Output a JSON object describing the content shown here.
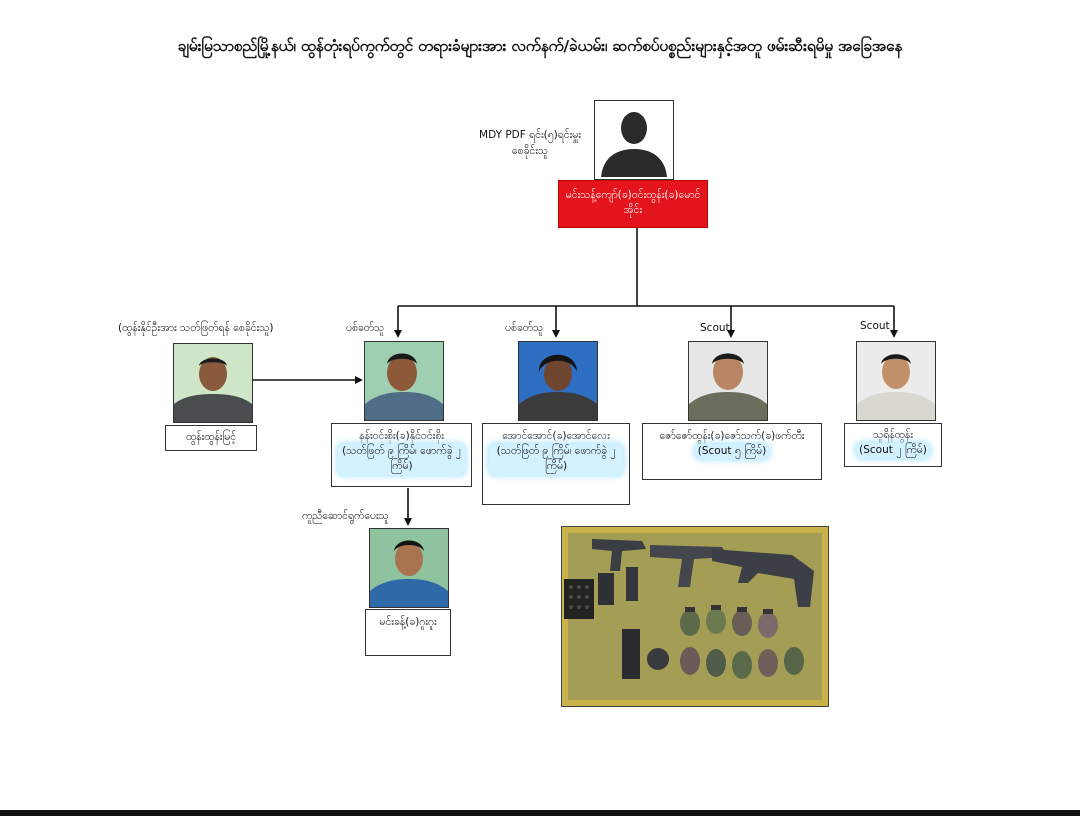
{
  "title": "ချမ်းမြသာစည်မြို့နယ်၊ ထွန်တုံးရပ်ကွက်တွင် တရားခံများအား လက်နက်/ခဲယမ်း၊ ဆက်စပ်ပစ္စည်းများနှင့်အတူ ဖမ်းဆီးရမိမှု အခြေအနေ",
  "leader": {
    "caption": "MDY PDF ရင်း(၅)ရင်းမှူး စေခိုင်းသူ",
    "name": "မင်းသန့်ကျော်(ခ)ဝင်းထွန်း(ခ)မောင်အိုင်း"
  },
  "instigator": {
    "caption": "(ထွန်းနိုင်ဦးအား သတ်ဖြတ်ရန် စေခိုင်းသူ)",
    "name": "ထွန်းထွန်းမြင့်"
  },
  "members": [
    {
      "role": "ပစ်ခတ်သူ",
      "name": "နန်းဝင်းစိုး(ခ)နိုင်ဝင်းစိုး",
      "detail": "(သတ်ဖြတ် ၉ ကြိမ်၊ ဖောက်ခွဲ ၂ ကြိမ်)"
    },
    {
      "role": "ပစ်ခတ်သူ",
      "name": "အောင်အောင်(ခ)အောင်လေး",
      "detail": "(သတ်ဖြတ် ၉ ကြိမ်၊ ဖောက်ခွဲ ၂ ကြိမ်)"
    },
    {
      "role": "Scout",
      "name": "ဇော်ဇော်ထွန်း(ခ)ဇော်သက်(ခ)ဖက်တီး",
      "detail": "(Scout ၅ ကြိမ်)"
    },
    {
      "role": "Scout",
      "name": "သူရိန်ထွန်း",
      "detail": "(Scout ၂ ကြိမ်)"
    }
  ],
  "helper": {
    "caption": "ကူညီဆောင်ရွက်ပေးသူ",
    "name": "မင်းခန့်(ခ)ဂူးဂူး"
  },
  "colors": {
    "leader_box": "#e4141c",
    "highlight": "#bfeaff",
    "lines": "#111111"
  },
  "icons": {
    "unknown_person": "silhouette-icon",
    "seized_items": "weapons-photo"
  }
}
